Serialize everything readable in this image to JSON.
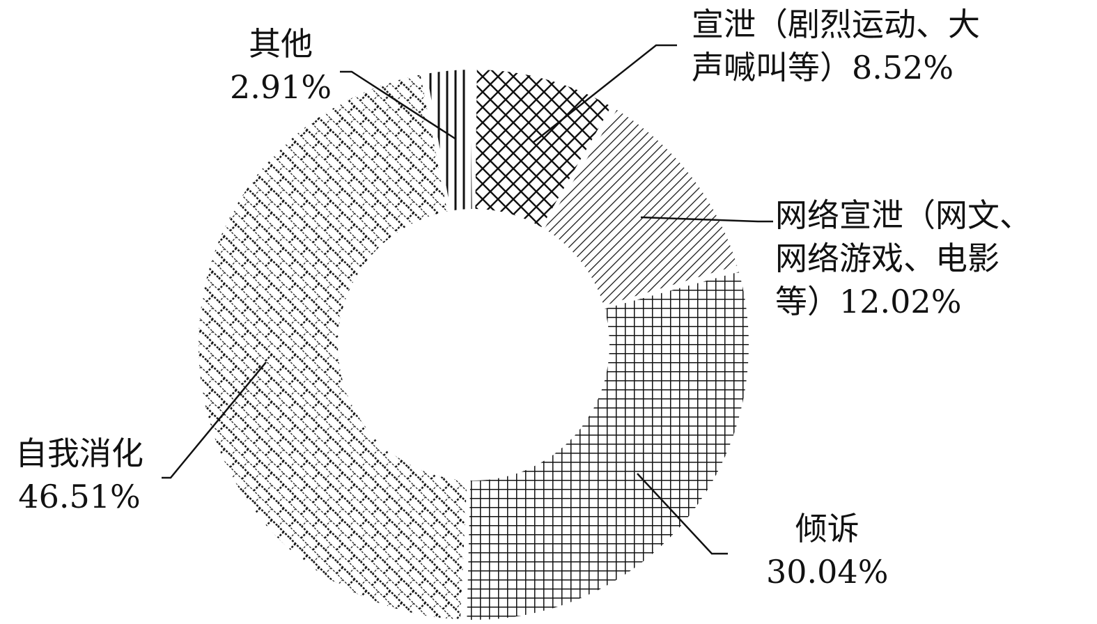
{
  "chart_data": {
    "type": "pie",
    "variant": "donut",
    "start": "top",
    "direction": "clockwise",
    "slices": [
      {
        "name": "宣泄（剧烈运动、大声喊叫等）",
        "value": 8.52,
        "pattern": "diamond",
        "label_lines": [
          "宣泄（剧烈运动、大",
          "声喊叫等）8.52%"
        ]
      },
      {
        "name": "网络宣泄（网文、网络游戏、电影等）",
        "value": 12.02,
        "pattern": "diagonal",
        "label_lines": [
          "网络宣泄（网文、",
          "网络游戏、电影",
          "等）12.02%"
        ]
      },
      {
        "name": "倾诉",
        "value": 30.04,
        "pattern": "grid",
        "label_lines": [
          "倾诉",
          "30.04%"
        ]
      },
      {
        "name": "自我消化",
        "value": 46.51,
        "pattern": "brick",
        "label_lines": [
          "自我消化",
          "46.51%"
        ]
      },
      {
        "name": "其他",
        "value": 2.91,
        "pattern": "vertical",
        "label_lines": [
          "其他",
          "2.91%"
        ]
      }
    ],
    "unit": "%"
  }
}
